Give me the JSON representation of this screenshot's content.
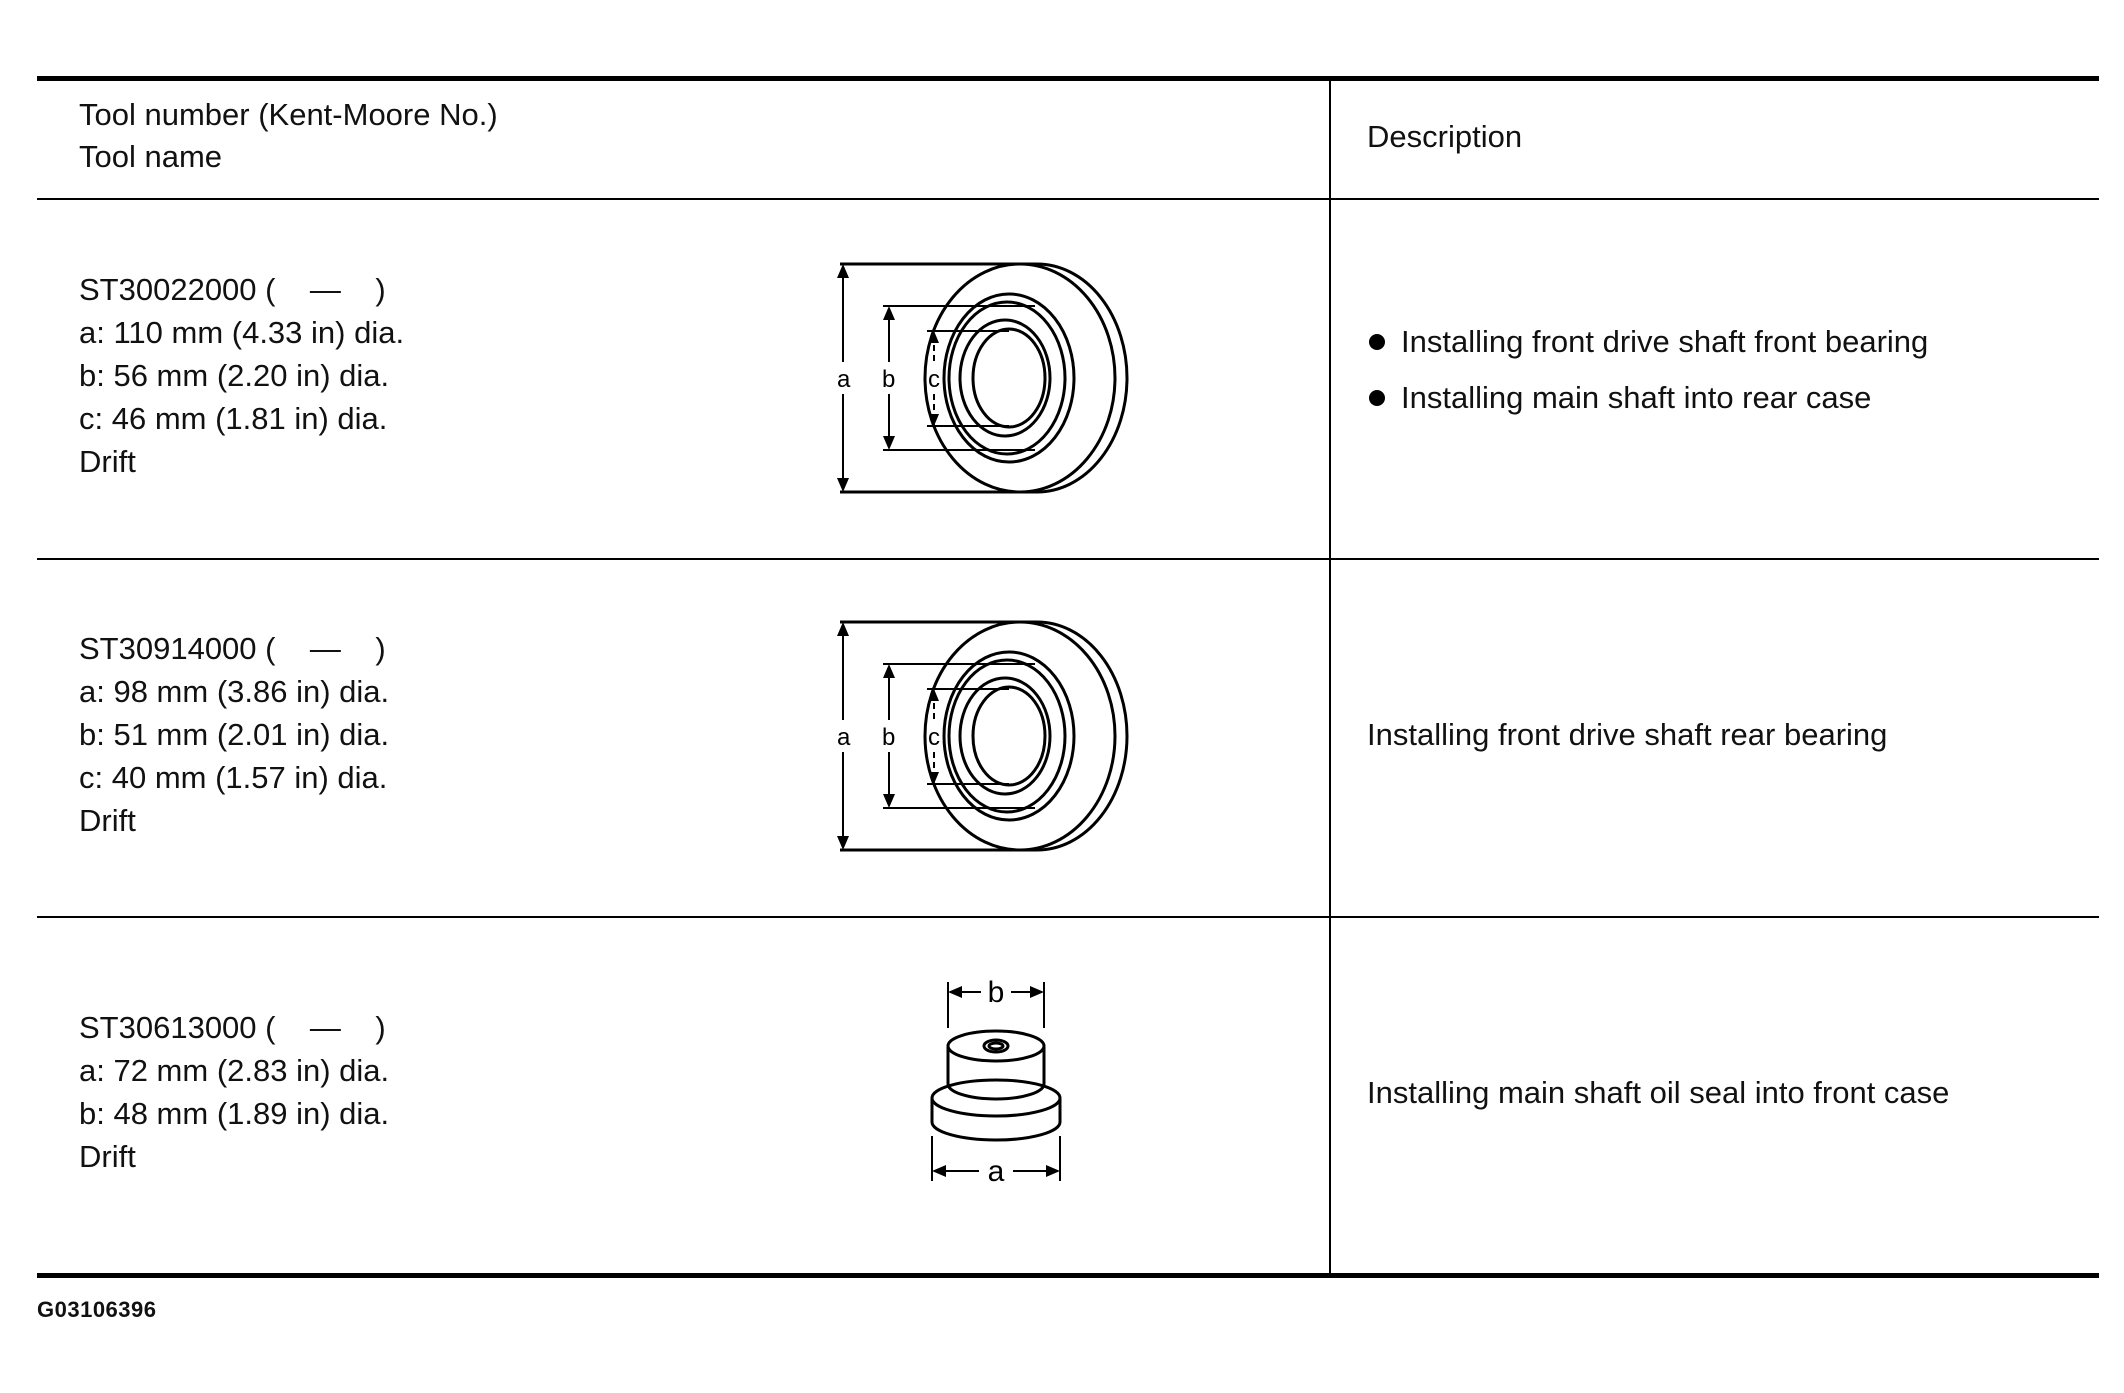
{
  "header": {
    "tool_col_line1": "Tool number (Kent-Moore No.)",
    "tool_col_line2": "Tool name",
    "desc_col": "Description"
  },
  "rows": [
    {
      "tool_number": "ST30022000 (    —    )",
      "dim_a": "a: 110 mm (4.33 in) dia.",
      "dim_b": "b: 56 mm (2.20 in) dia.",
      "dim_c": "c: 46 mm (1.81 in) dia.",
      "tool_name": "Drift",
      "descriptions": [
        "Installing front drive shaft front bearing",
        "Installing main shaft into rear case"
      ],
      "illustration": {
        "label_a": "a",
        "label_b": "b",
        "label_c": "c"
      }
    },
    {
      "tool_number": "ST30914000 (    —    )",
      "dim_a": "a: 98 mm (3.86 in) dia.",
      "dim_b": "b: 51 mm (2.01 in) dia.",
      "dim_c": "c: 40 mm (1.57 in) dia.",
      "tool_name": "Drift",
      "description": "Installing front drive shaft rear bearing",
      "illustration": {
        "label_a": "a",
        "label_b": "b",
        "label_c": "c"
      }
    },
    {
      "tool_number": "ST30613000 (    —    )",
      "dim_a": "a: 72 mm (2.83 in) dia.",
      "dim_b": "b: 48 mm (1.89 in) dia.",
      "tool_name": "Drift",
      "description": "Installing main shaft oil seal into front case",
      "illustration": {
        "label_a": "a",
        "label_b": "b"
      }
    }
  ],
  "figure_id": "G03106396"
}
